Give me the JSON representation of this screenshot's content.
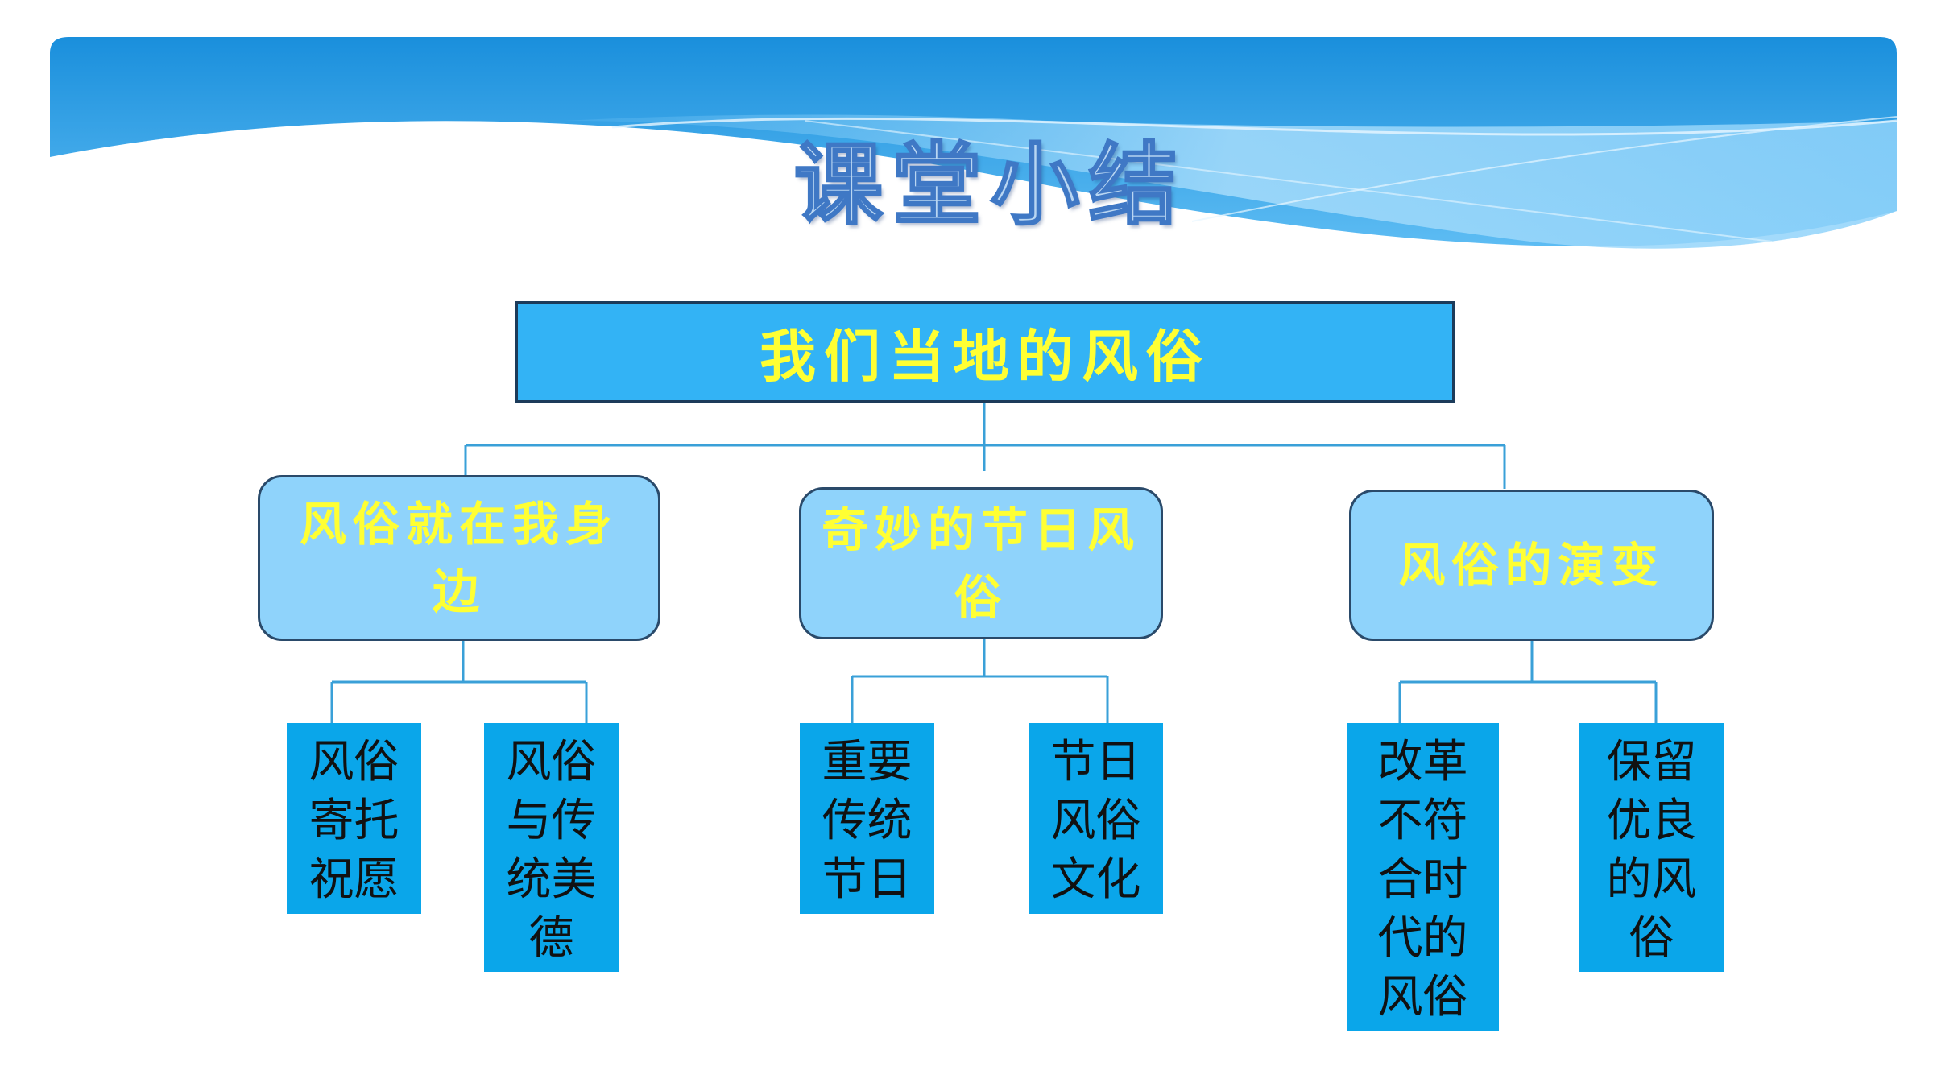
{
  "title": "课堂小结",
  "root": "我们当地的风俗",
  "branches": [
    {
      "label": "风俗就在我身边",
      "leaves": [
        "风俗寄托祝愿",
        "风俗与传统美德"
      ]
    },
    {
      "label": "奇妙的节日风俗",
      "leaves": [
        "重要传统节日",
        "节日风俗文化"
      ]
    },
    {
      "label": "风俗的演变",
      "leaves": [
        "改革不符合时代的风俗",
        "保留优良的风俗"
      ]
    }
  ],
  "colors": {
    "banner_top": "#1a8fdc",
    "banner_light": "#9fd8fb",
    "root_fill": "#33b3f5",
    "branch_fill": "#8fd3fb",
    "leaf_fill": "#0aa6ea",
    "heading_text": "#ffff33",
    "connector": "#3aa0d8"
  }
}
